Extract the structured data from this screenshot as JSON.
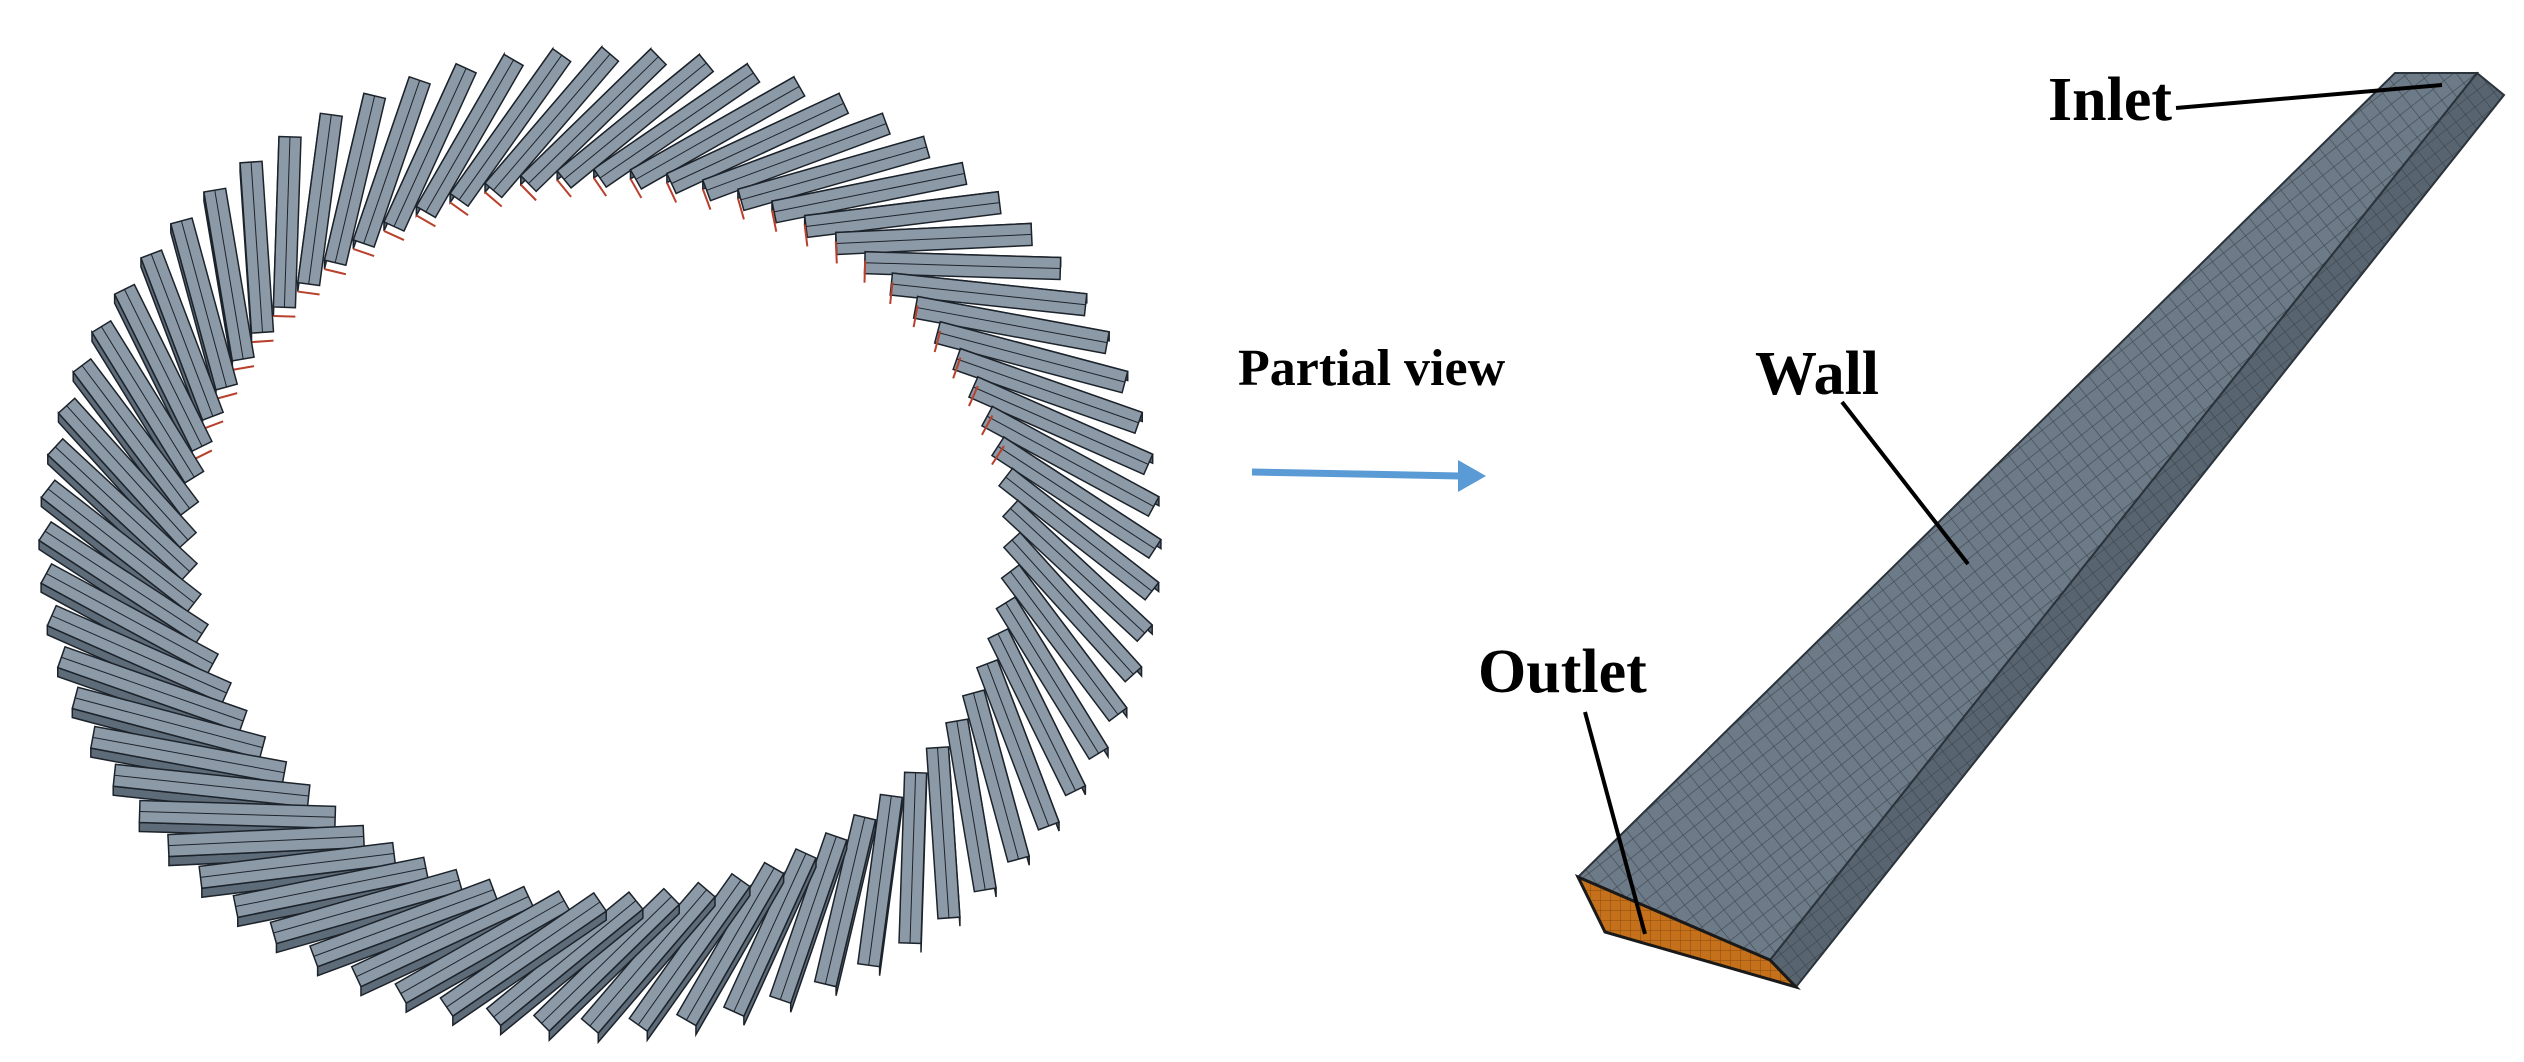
{
  "labels": {
    "partial_view": "Partial view",
    "inlet": "Inlet",
    "wall": "Wall",
    "outlet": "Outlet"
  },
  "ring": {
    "channel_count": 72
  },
  "colors": {
    "channel_top": "#8c9aa8",
    "channel_side": "#5e6b78",
    "channel_edge": "#1c232b",
    "channel_outlet": "#b8402c",
    "mesh_top": "#6d7a87",
    "mesh_side": "#56626e",
    "mesh_line": "#3a444e",
    "outlet_face": "#c5701a",
    "arrow": "#5b9bd5",
    "leader": "#000000"
  },
  "icons": {
    "arrow": "right-arrow-icon"
  }
}
